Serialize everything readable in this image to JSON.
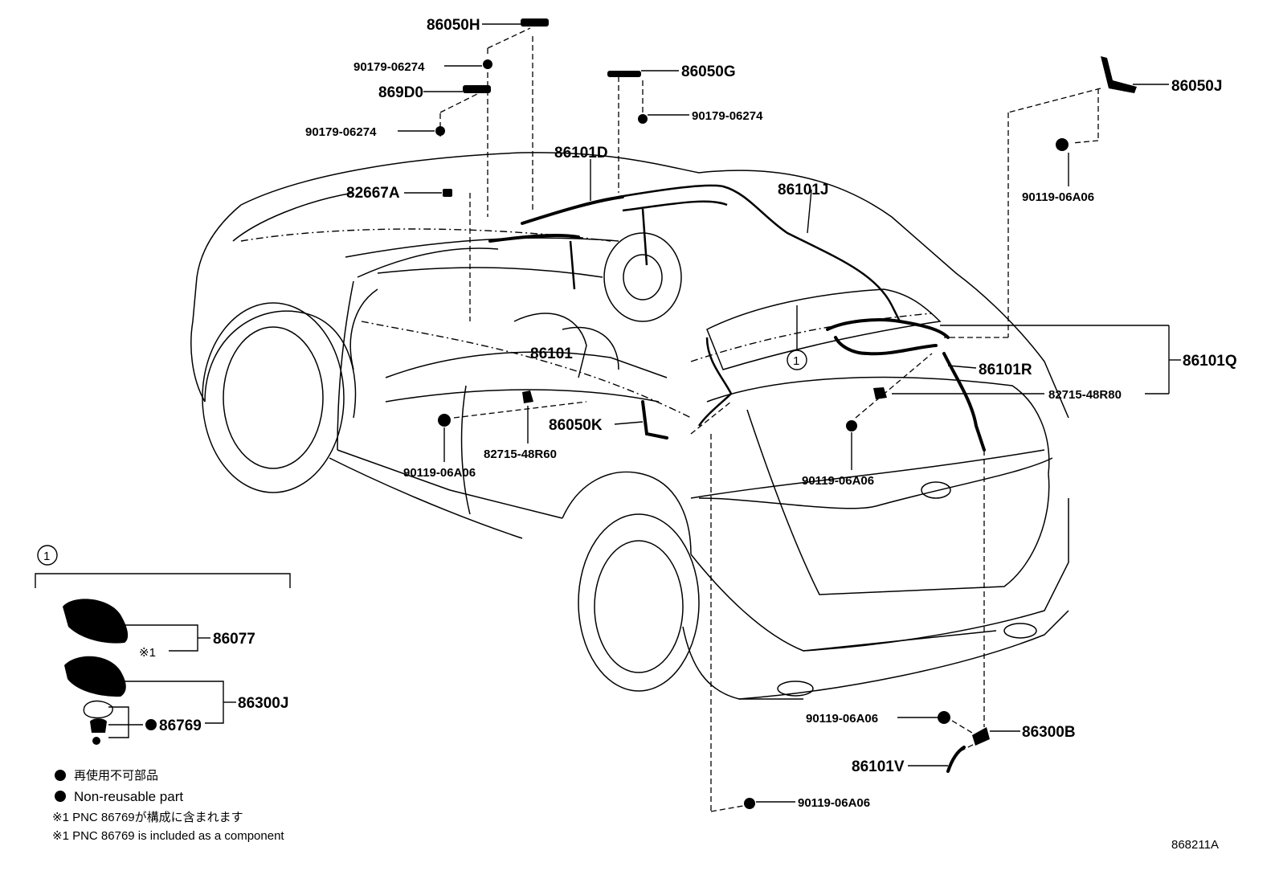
{
  "diagram_id": "868211A",
  "labels": {
    "p86050H": "86050H",
    "p90179_a": "90179-06274",
    "p869D0": "869D0",
    "p90179_b": "90179-06274",
    "p86050G": "86050G",
    "p90179_c": "90179-06274",
    "p86101D": "86101D",
    "p82667A": "82667A",
    "p86101J": "86101J",
    "p86050J": "86050J",
    "p90119_a": "90119-06A06",
    "p86101": "86101",
    "p86101R": "86101R",
    "p86101Q": "86101Q",
    "p82715_48R80": "82715-48R80",
    "p86050K": "86050K",
    "p82715_48R60": "82715-48R60",
    "p90119_b": "90119-06A06",
    "p90119_c": "90119-06A06",
    "p90119_d": "90119-06A06",
    "p86300B": "86300B",
    "p86101V": "86101V",
    "p90119_e": "90119-06A06",
    "p86077": "86077",
    "p86300J": "86300J",
    "p86769": "86769",
    "ref1": "1",
    "ref_mark": "※1"
  },
  "legend": {
    "jp_nonreusable": "再使用不可部品",
    "en_nonreusable": "Non-reusable part",
    "jp_note": "※1 PNC 86769が構成に含まれます",
    "en_note": "※1 PNC 86769 is included as a component"
  }
}
